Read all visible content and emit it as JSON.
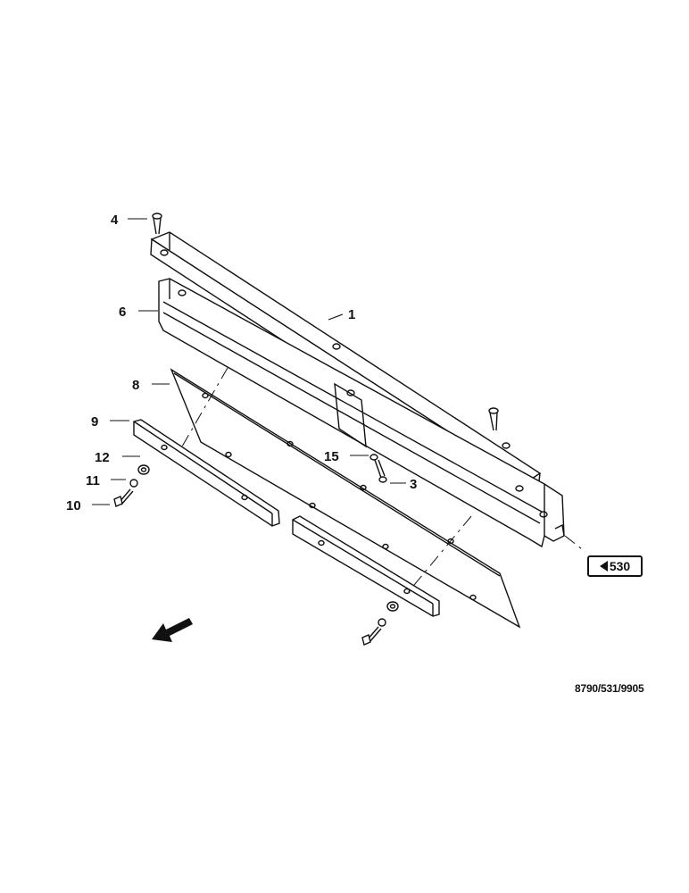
{
  "diagram": {
    "part_labels": {
      "p1": "1",
      "p3": "3",
      "p4": "4",
      "p6": "6",
      "p8": "8",
      "p9": "9",
      "p10": "10",
      "p11": "11",
      "p12": "12",
      "p15": "15"
    },
    "reference": {
      "label": "530",
      "icon": "left-arrow-icon"
    },
    "document_code": "8790/531/9905",
    "direction_icon": "travel-direction-arrow-icon",
    "line_color": "#111111",
    "background_color": "#ffffff"
  }
}
